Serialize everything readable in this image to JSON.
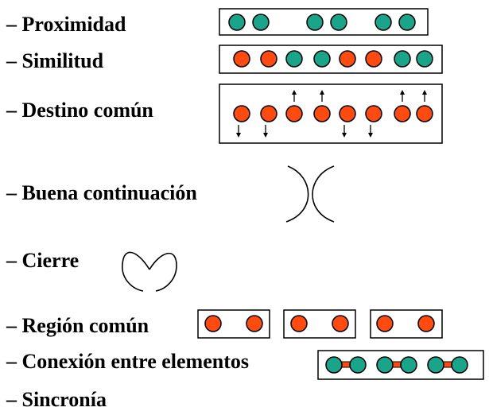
{
  "principles": [
    {
      "id": "proximidad",
      "label": "– Proximidad"
    },
    {
      "id": "similitud",
      "label": "– Similitud"
    },
    {
      "id": "destino",
      "label": "– Destino común"
    },
    {
      "id": "continuacion",
      "label": "– Buena continuación"
    },
    {
      "id": "cierre",
      "label": "– Cierre"
    },
    {
      "id": "region",
      "label": "– Región común"
    },
    {
      "id": "conexion",
      "label": "– Conexión entre elementos"
    },
    {
      "id": "sincronia",
      "label": "– Sincronía"
    }
  ],
  "colors": {
    "teal": "#1aa58a",
    "orange": "#ff4a10",
    "stroke": "#000000",
    "link": "#ff4a10"
  },
  "similitud_pattern": [
    "orange",
    "orange",
    "teal",
    "teal",
    "orange",
    "orange",
    "teal",
    "teal"
  ],
  "destino_pattern": [
    "down",
    "down",
    "up",
    "up",
    "down",
    "down",
    "up",
    "up"
  ]
}
